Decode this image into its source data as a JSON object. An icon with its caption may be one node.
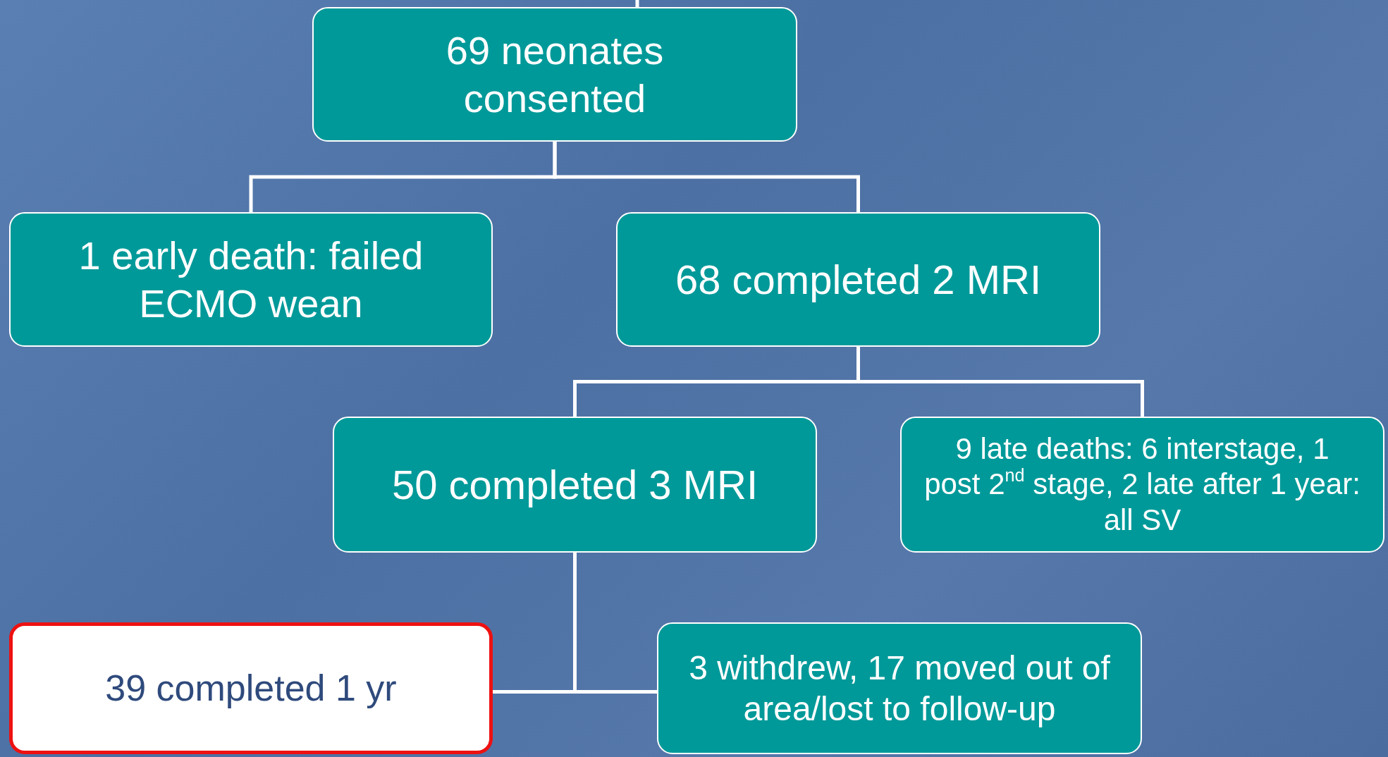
{
  "diagram": {
    "nodes": [
      {
        "text": [
          "69 neonates consented"
        ]
      },
      {
        "text": [
          "1 early death: failed ECMO wean"
        ]
      },
      {
        "text": [
          "68 completed 2 MRI"
        ]
      },
      {
        "text": [
          "50 completed 3 MRI"
        ]
      },
      {
        "text": [
          "9 late deaths: 6 interstage, 1 post 2$^{nd}$ stage, 2 late after 1 year: all SV"
        ]
      },
      {
        "text": [
          "39 completed 1 yr"
        ]
      },
      {
        "text": [
          "3 withdrew, 17 moved out of area/lost to follow-up"
        ]
      }
    ],
    "edges": [
      {
        "from": null,
        "to": 0,
        "arrow": "none"
      },
      {
        "from": 0,
        "to": 1,
        "arrow": "none"
      },
      {
        "from": 0,
        "to": 2,
        "arrow": "none"
      },
      {
        "from": 2,
        "to": 3,
        "arrow": "none"
      },
      {
        "from": 2,
        "to": 4,
        "arrow": "none"
      },
      {
        "from": 3,
        "to": 5,
        "arrow": "none"
      },
      {
        "from": 3,
        "to": 6,
        "arrow": "none"
      }
    ]
  }
}
